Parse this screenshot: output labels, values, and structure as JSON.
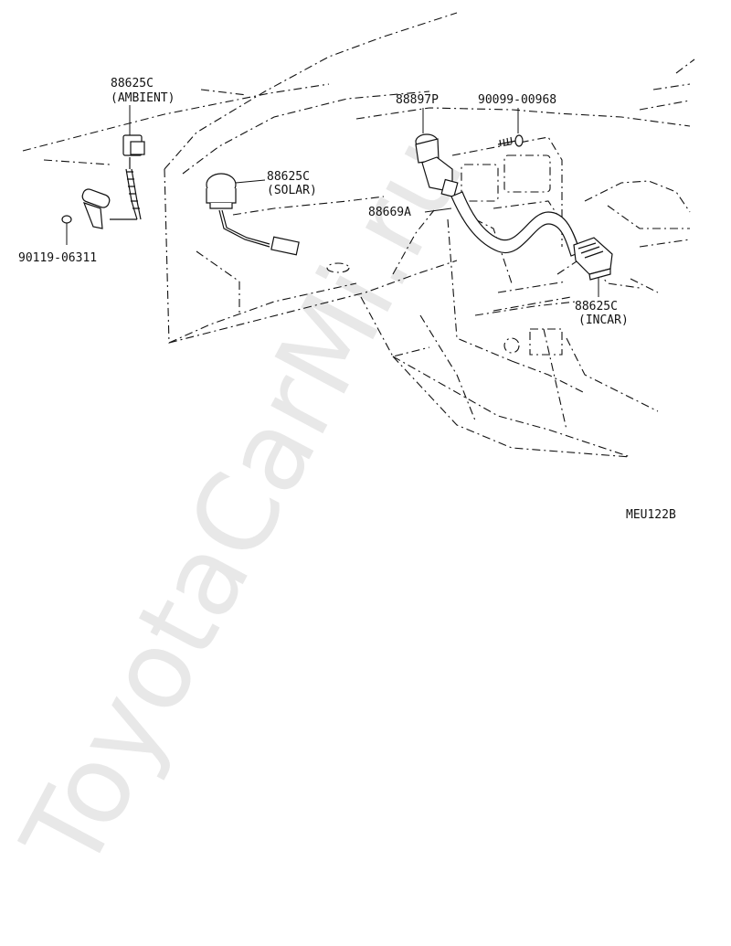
{
  "watermark": "ToyotaCarMi.ru",
  "diagram_code": "MEU122B",
  "parts": [
    {
      "id": "ambient",
      "code": "88625C",
      "desc": "(AMBIENT)"
    },
    {
      "id": "solar",
      "code": "88625C",
      "desc": "(SOLAR)"
    },
    {
      "id": "aspirator",
      "code": "88897P"
    },
    {
      "id": "screw",
      "code": "90099-00968"
    },
    {
      "id": "hose",
      "code": "88669A"
    },
    {
      "id": "bolt",
      "code": "90119-06311"
    },
    {
      "id": "incar",
      "code": "88625C",
      "desc": "(INCAR)"
    }
  ]
}
